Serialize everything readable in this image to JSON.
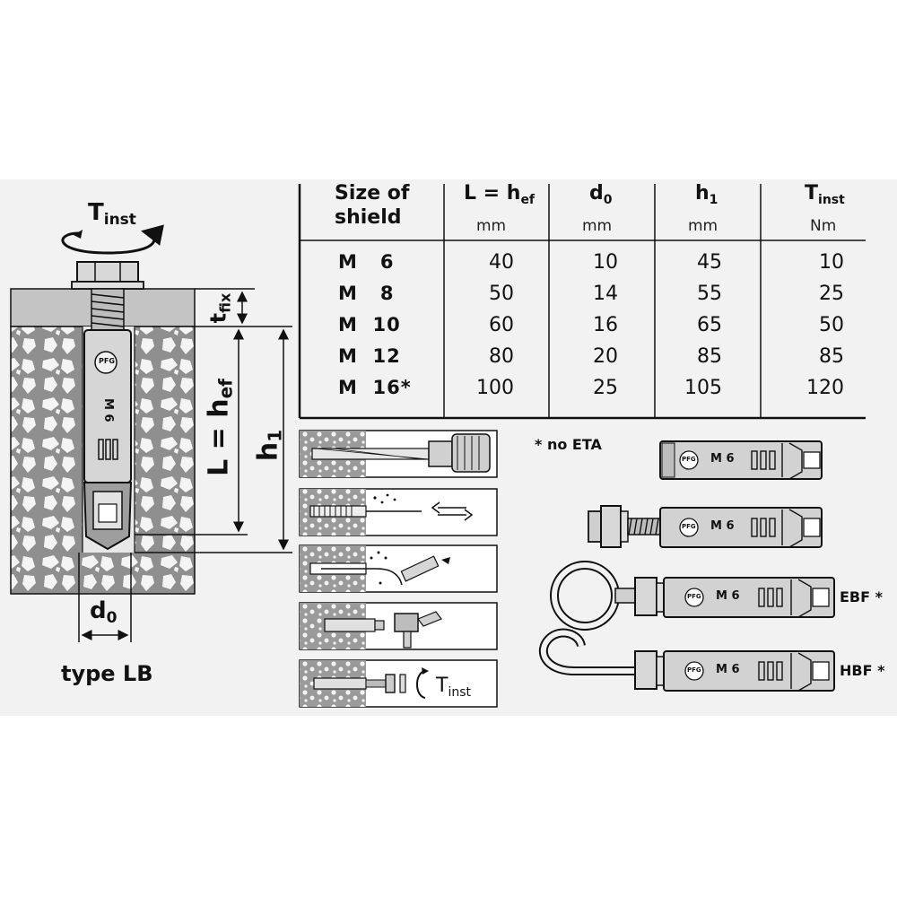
{
  "torque_label": {
    "main": "T",
    "sub": "inst"
  },
  "dim_labels": {
    "t_fix": {
      "main": "t",
      "sub": "fix"
    },
    "L_hef": {
      "main": "L = h",
      "sub": "ef"
    },
    "h1": {
      "main": "h",
      "sub": "1"
    },
    "d0": {
      "main": "d",
      "sub": "0"
    }
  },
  "anchor_marking": "M 6",
  "anchor_logo": "PFG",
  "type_label": "type LB",
  "table": {
    "headers": [
      {
        "line1": "Size of",
        "line2": "shield",
        "unit": ""
      },
      {
        "main": "L = h",
        "sub": "ef",
        "unit": "mm"
      },
      {
        "main": "d",
        "sub": "0",
        "unit": "mm"
      },
      {
        "main": "h",
        "sub": "1",
        "unit": "mm"
      },
      {
        "main": "T",
        "sub": "inst",
        "unit": "Nm"
      }
    ],
    "rows": [
      {
        "size": "M   6",
        "L": "40",
        "d0": "10",
        "h1": "45",
        "T": "10"
      },
      {
        "size": "M   8",
        "L": "50",
        "d0": "14",
        "h1": "55",
        "T": "25"
      },
      {
        "size": "M  10",
        "L": "60",
        "d0": "16",
        "h1": "65",
        "T": "50"
      },
      {
        "size": "M  12",
        "L": "80",
        "d0": "20",
        "h1": "85",
        "T": "85"
      },
      {
        "size": "M  16*",
        "L": "100",
        "d0": "25",
        "h1": "105",
        "T": "120"
      }
    ]
  },
  "note": "* no ETA",
  "install_step_torque": {
    "main": "T",
    "sub": "inst"
  },
  "variants": [
    {
      "marking": "M 6",
      "logo": "PFG",
      "label": ""
    },
    {
      "marking": "M 6",
      "logo": "PFG",
      "label": ""
    },
    {
      "marking": "M 6",
      "logo": "PFG",
      "label": "EBF *"
    },
    {
      "marking": "M 6",
      "logo": "PFG",
      "label": "HBF *"
    }
  ],
  "colors": {
    "ink": "#111111",
    "paper": "#f2f2f2",
    "concrete": "#9a9a9a"
  }
}
